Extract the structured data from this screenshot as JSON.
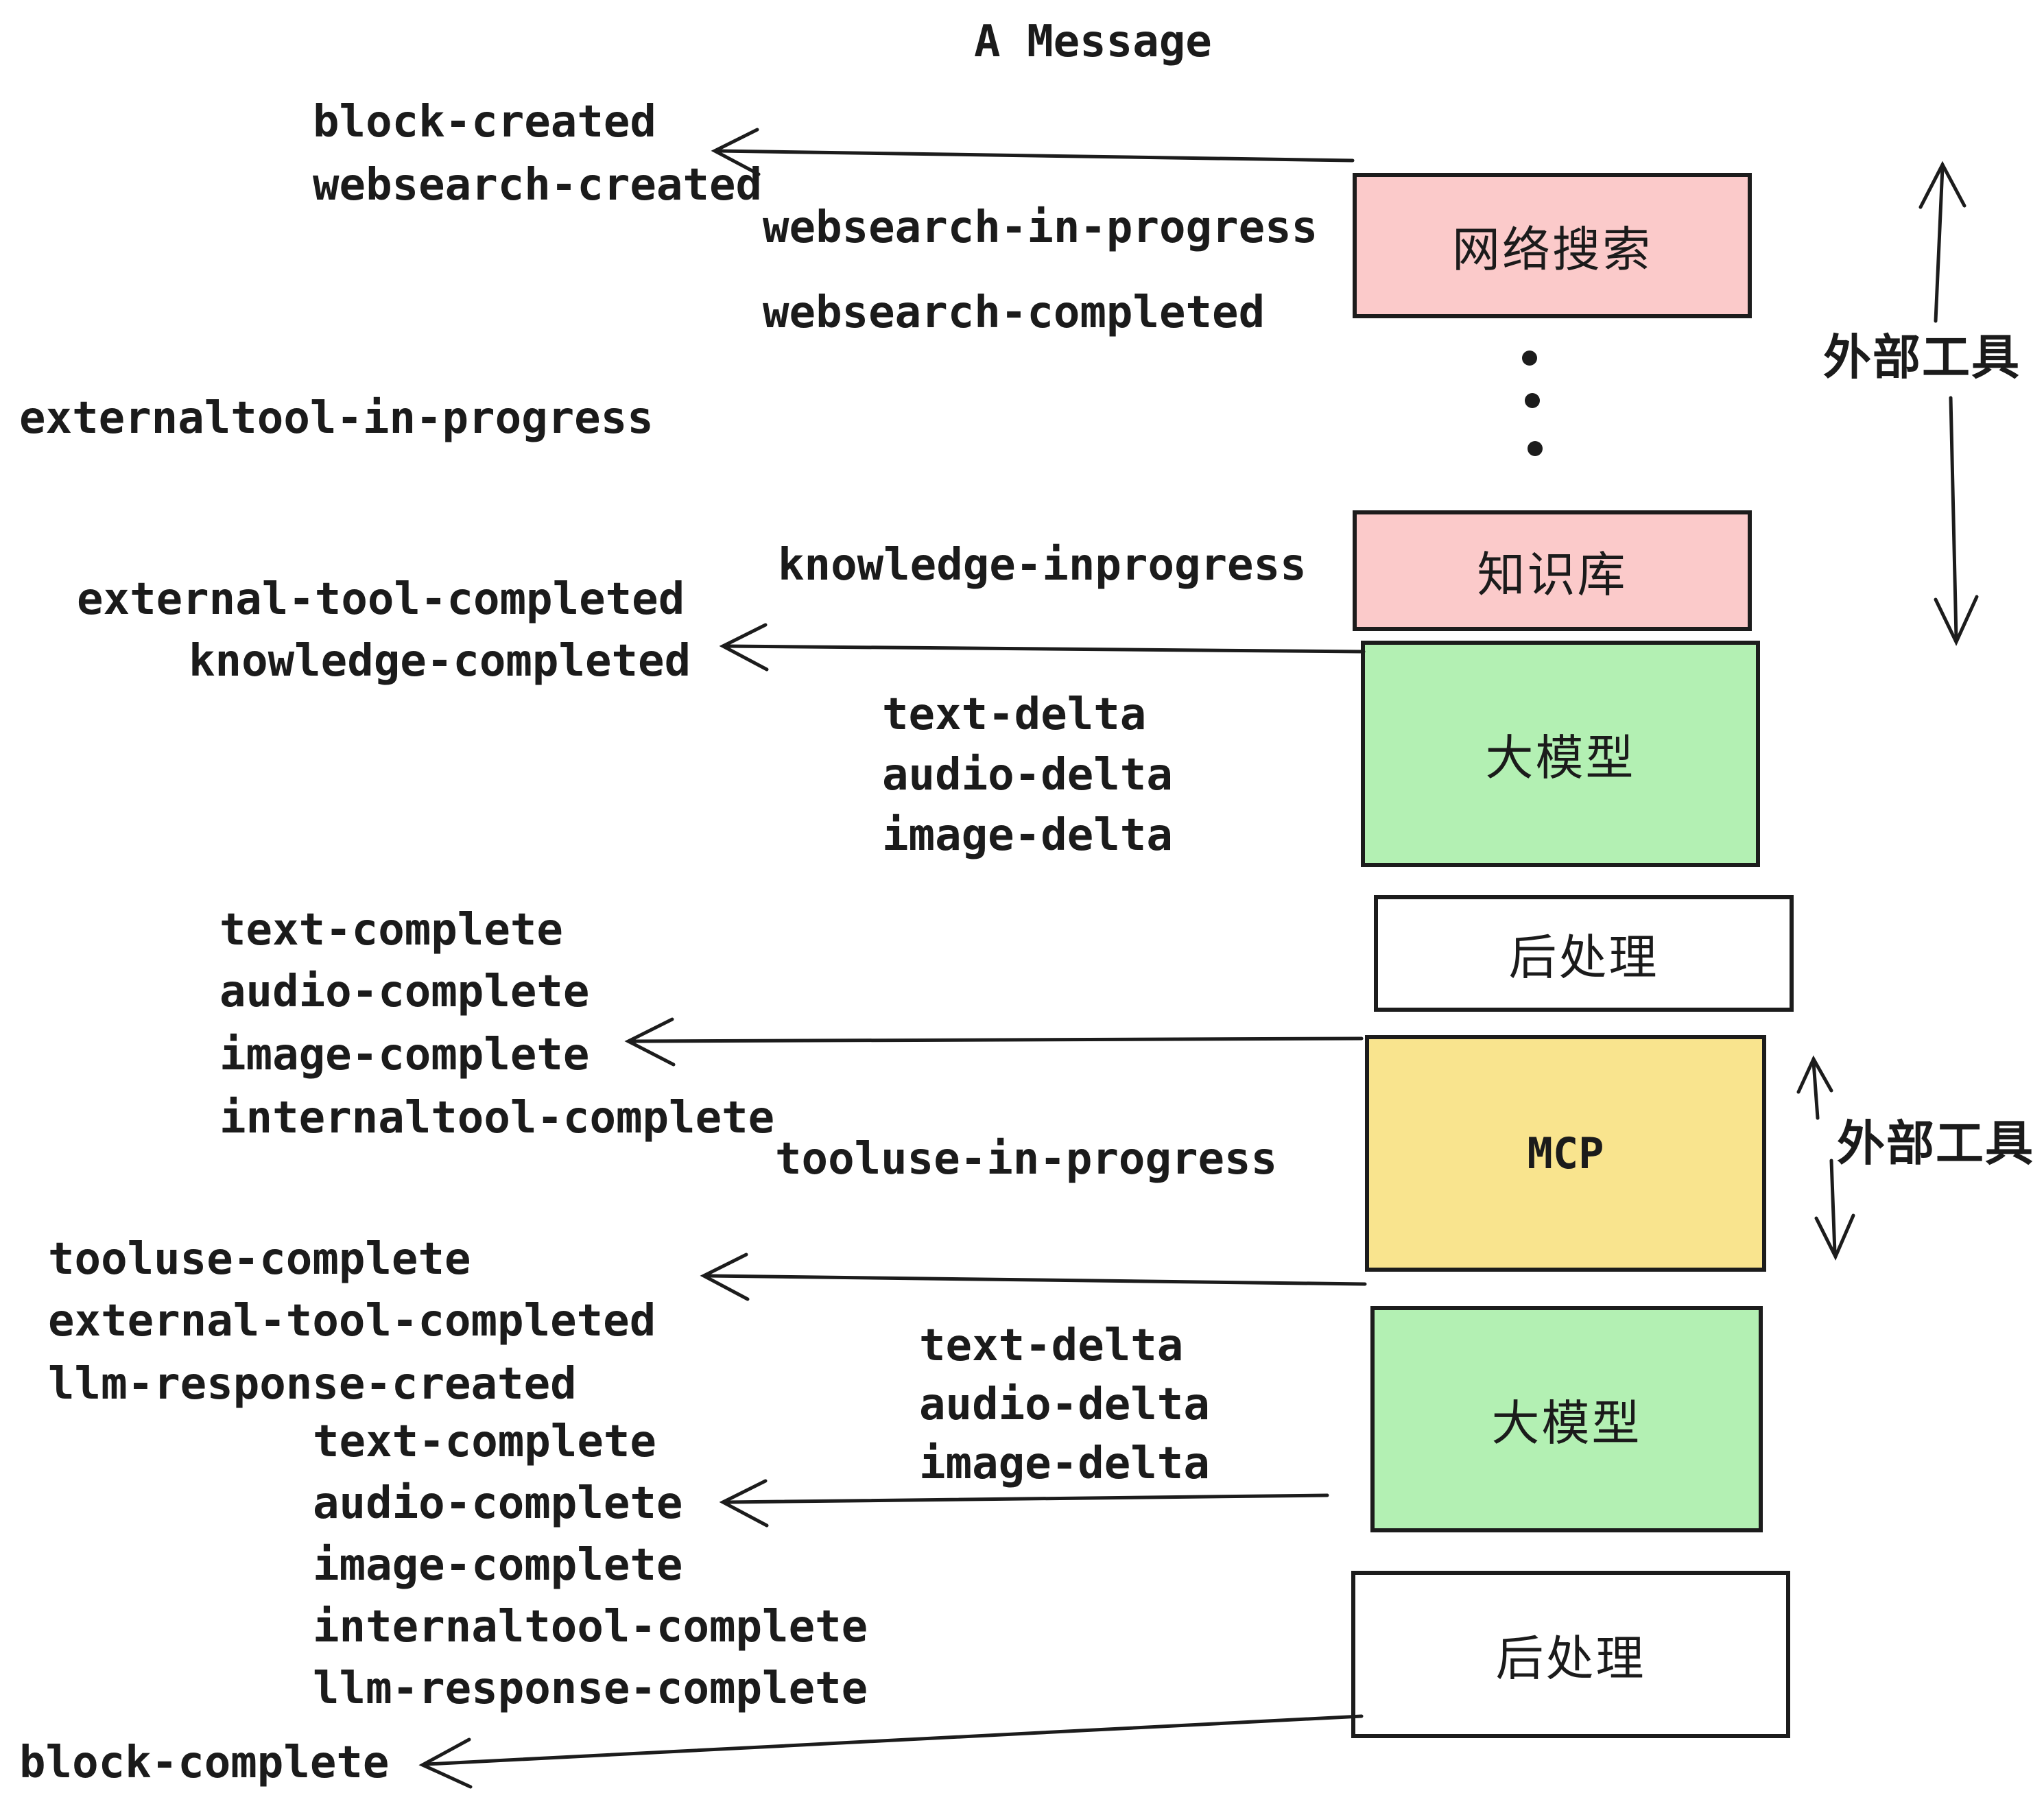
{
  "title": "A Message",
  "labels": {
    "block_created": "block-created",
    "websearch_created": "websearch-created",
    "websearch_in_progress": "websearch-in-progress",
    "websearch_completed": "websearch-completed",
    "externaltool_in_progress": "externaltool-in-progress",
    "knowledge_inprogress": "knowledge-inprogress",
    "external_tool_completed": "external-tool-completed",
    "knowledge_completed": "knowledge-completed",
    "text_delta": "text-delta",
    "audio_delta": "audio-delta",
    "image_delta": "image-delta",
    "text_complete": "text-complete",
    "audio_complete": "audio-complete",
    "image_complete": "image-complete",
    "internaltool_complete": "internaltool-complete",
    "tooluse_in_progress": "tooluse-in-progress",
    "tooluse_complete": "tooluse-complete",
    "llm_response_created": "llm-response-created",
    "llm_response_complete": "llm-response-complete",
    "block_complete": "block-complete"
  },
  "boxes": {
    "websearch": "网络搜索",
    "knowledge": "知识库",
    "llm": "大模型",
    "postprocess": "后处理",
    "mcp": "MCP"
  },
  "annotations": {
    "external_tools": "外部工具"
  },
  "colors": {
    "pink": "#fbcaca",
    "green": "#b3f0b3",
    "yellow": "#f9e48e",
    "white": "#ffffff",
    "border": "#1c1c1c",
    "ink": "#1b1b1b"
  }
}
